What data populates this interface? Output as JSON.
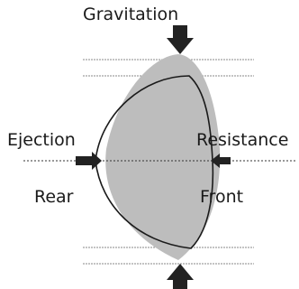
{
  "labels": {
    "top": "Gravitation",
    "left": "Ejection",
    "right": "Resistance",
    "lower_left": "Rear",
    "lower_right": "Front"
  },
  "colors": {
    "body_fill": "#bdbdbd",
    "outline": "#1a1a1a",
    "guide_line": "#888888",
    "arrow": "#222222",
    "text": "#1a1a1a"
  }
}
